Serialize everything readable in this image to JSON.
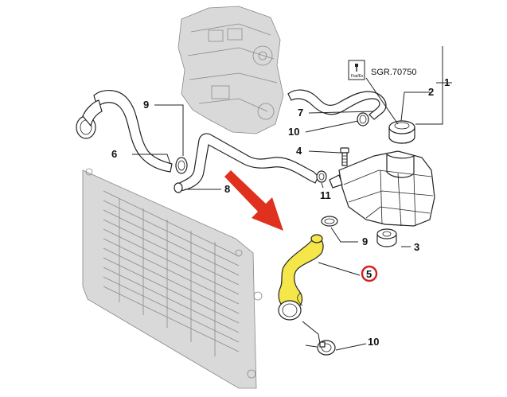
{
  "reference_code": "SGR.70750",
  "doc_icon_caption": "Fiat/Ex",
  "callouts": [
    {
      "id": "label-1",
      "text": "1"
    },
    {
      "id": "label-2",
      "text": "2"
    },
    {
      "id": "label-3",
      "text": "3"
    },
    {
      "id": "label-4",
      "text": "4"
    },
    {
      "id": "label-5",
      "text": "5"
    },
    {
      "id": "label-6",
      "text": "6"
    },
    {
      "id": "label-7",
      "text": "7"
    },
    {
      "id": "label-8",
      "text": "8"
    },
    {
      "id": "label-9a",
      "text": "9"
    },
    {
      "id": "label-9b",
      "text": "9"
    },
    {
      "id": "label-10a",
      "text": "10"
    },
    {
      "id": "label-10b",
      "text": "10"
    },
    {
      "id": "label-11",
      "text": "11"
    }
  ],
  "colors": {
    "highlight_hose": "#f5e64a",
    "arrow": "#e0301e",
    "highlight_ring": "#d42020"
  }
}
